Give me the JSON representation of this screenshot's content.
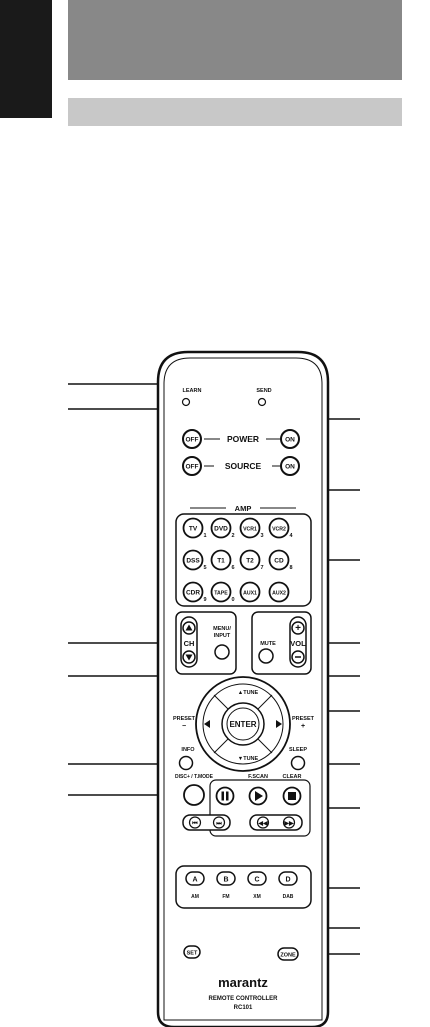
{
  "remote": {
    "learn": "LEARN",
    "send": "SEND",
    "power": "POWER",
    "source": "SOURCE",
    "off": "OFF",
    "on": "ON",
    "amp": "AMP",
    "inputs": [
      {
        "label": "TV",
        "num": "1"
      },
      {
        "label": "DVD",
        "num": "2"
      },
      {
        "label": "VCR1",
        "num": "3"
      },
      {
        "label": "VCR2",
        "num": "4"
      },
      {
        "label": "DSS",
        "num": "5"
      },
      {
        "label": "T1",
        "num": "6"
      },
      {
        "label": "T2",
        "num": "7"
      },
      {
        "label": "CD",
        "num": "8"
      },
      {
        "label": "CDR",
        "num": "9"
      },
      {
        "label": "TAPE",
        "num": "0"
      },
      {
        "label": "AUX1",
        "num": ""
      },
      {
        "label": "AUX2",
        "num": ""
      }
    ],
    "ch": "CH",
    "vol": "VOL",
    "menu_input_1": "MENU/",
    "menu_input_2": "INPUT",
    "mute": "MUTE",
    "tune_up": "▲TUNE",
    "tune_down": "▼TUNE",
    "preset_left_1": "PRESET",
    "preset_left_2": "−",
    "preset_right_1": "PRESET",
    "preset_right_2": "+",
    "enter": "ENTER",
    "info": "INFO",
    "sleep": "SLEEP",
    "disc_tmode": "DISC+ / T.MODE",
    "fscan": "F.SCAN",
    "clear": "CLEAR",
    "abcd": [
      {
        "label": "A",
        "sub": "AM"
      },
      {
        "label": "B",
        "sub": "FM"
      },
      {
        "label": "C",
        "sub": "XM"
      },
      {
        "label": "D",
        "sub": "DAB"
      }
    ],
    "set": "SET",
    "zone": "ZONE",
    "brand": "marantz",
    "model_1": "REMOTE CONTROLLER",
    "model_2": "RC101"
  }
}
